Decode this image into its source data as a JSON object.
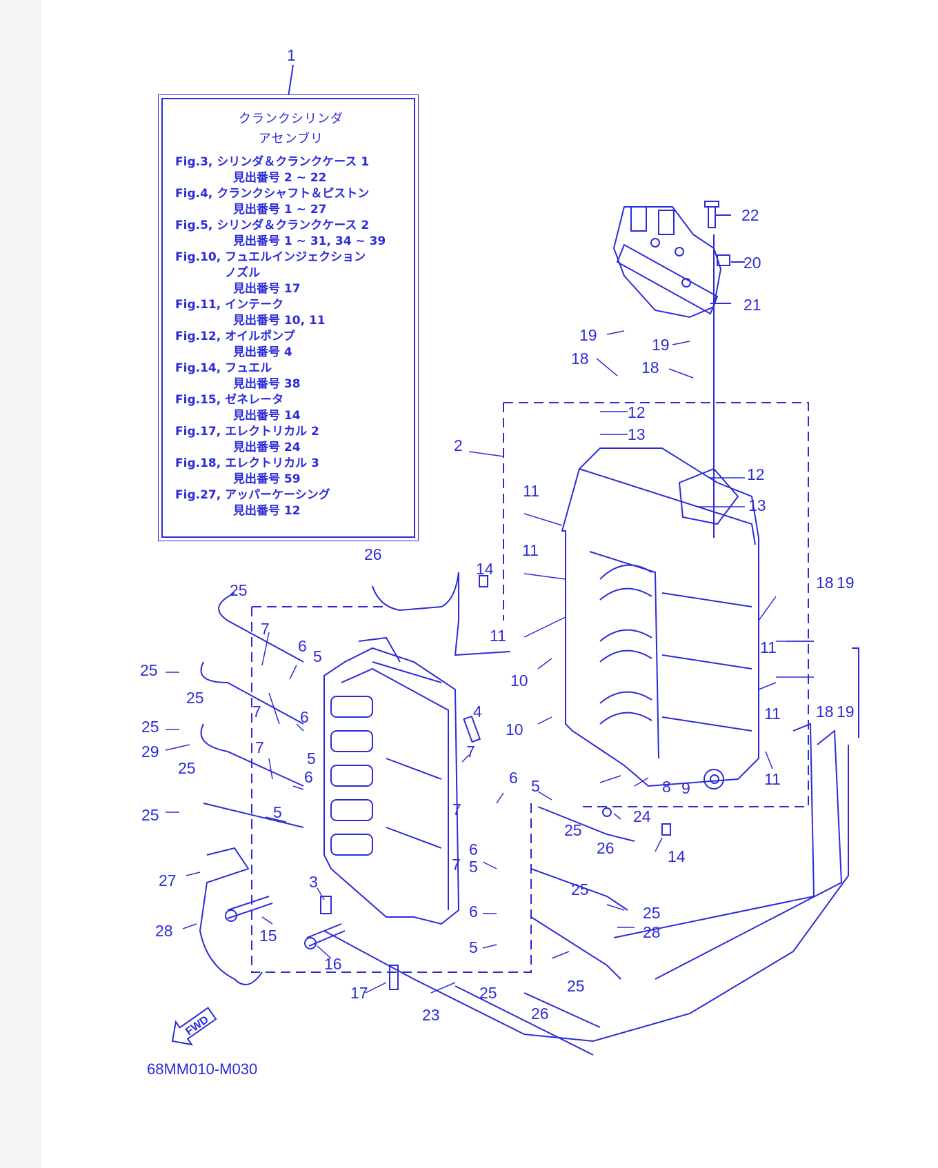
{
  "legend": {
    "title_line1": "クランクシリンダ",
    "title_line2": "アセンブリ",
    "entries": [
      {
        "fig": "Fig.3, シリンダ＆クランクケース 1",
        "ref": "見出番号 2 ~ 22"
      },
      {
        "fig": "Fig.4, クランクシャフト＆ピストン",
        "ref": "見出番号 1 ~ 27"
      },
      {
        "fig": "Fig.5, シリンダ＆クランクケース 2",
        "ref": "見出番号 1 ~ 31, 34 ~ 39"
      },
      {
        "fig": "Fig.10, フュエルインジェクション",
        "fig2": "ノズル",
        "ref": "見出番号 17"
      },
      {
        "fig": "Fig.11, インテーク",
        "ref": "見出番号 10, 11"
      },
      {
        "fig": "Fig.12, オイルポンプ",
        "ref": "見出番号 4"
      },
      {
        "fig": "Fig.14, フュエル",
        "ref": "見出番号 38"
      },
      {
        "fig": "Fig.15, ゼネレータ",
        "ref": "見出番号 14"
      },
      {
        "fig": "Fig.17, エレクトリカル 2",
        "ref": "見出番号 24"
      },
      {
        "fig": "Fig.18, エレクトリカル 3",
        "ref": "見出番号 59"
      },
      {
        "fig": "Fig.27, アッパーケーシング",
        "ref": "見出番号 12"
      }
    ]
  },
  "diagram_code": "68MM010-M030",
  "fwd_label": "FWD",
  "callouts": [
    "1",
    "2",
    "3",
    "4",
    "5",
    "6",
    "7",
    "8",
    "9",
    "10",
    "11",
    "12",
    "13",
    "14",
    "15",
    "16",
    "17",
    "18",
    "19",
    "20",
    "21",
    "22",
    "23",
    "24",
    "25",
    "26",
    "27",
    "28",
    "29"
  ],
  "colors": {
    "line": "#2b2bd9",
    "background": "#ffffff"
  }
}
